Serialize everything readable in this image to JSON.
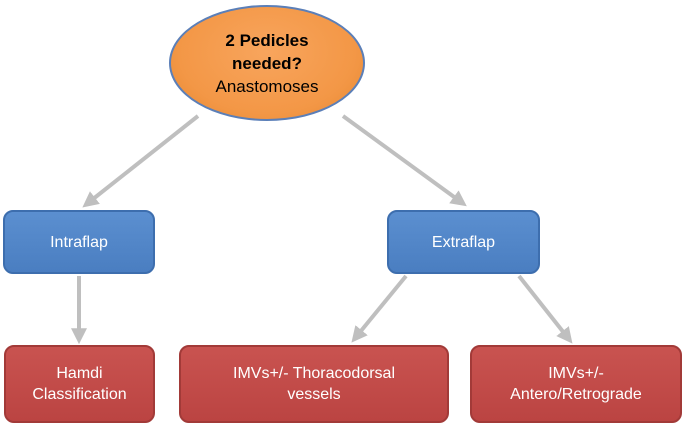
{
  "root": {
    "line1": "2 Pedicles",
    "line2": "needed?",
    "line3": "Anastomoses"
  },
  "intraflap": {
    "label": "Intraflap"
  },
  "extraflap": {
    "label": "Extraflap"
  },
  "hamdi": {
    "line1": "Hamdi",
    "line2": "Classification"
  },
  "thoracodorsal": {
    "line1": "IMVs+/- Thoracodorsal",
    "line2": "vessels"
  },
  "antero": {
    "line1": "IMVs+/-",
    "line2": "Antero/Retrograde"
  },
  "colors": {
    "root_fill": "#f39746",
    "blue_fill": "#4f86c6",
    "red_fill": "#c0504d",
    "arrow": "#bfbfbf"
  }
}
